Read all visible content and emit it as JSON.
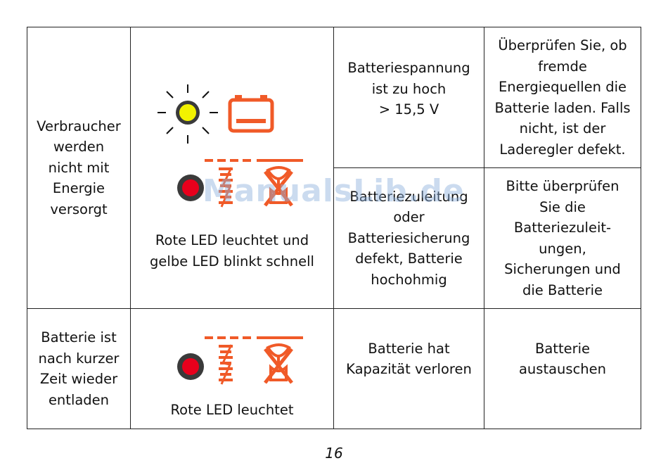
{
  "table": {
    "rows": [
      {
        "symptom": "Verbraucher\nwerden\nnicht mit\nEnergie\nversorgt",
        "led_caption": "Rote LED leuchtet und\ngelbe LED blinkt schnell",
        "items": [
          {
            "cause": "Batteriespannung\nist zu hoch\n> 15,5 V",
            "remedy": "Überprüfen Sie, ob\nfremde\nEnergiequellen die\nBatterie laden. Falls\nnicht, ist der\nLaderegler defekt."
          },
          {
            "cause": "Batteriezuleitung\noder\nBatteriesicherung\ndefekt, Batterie\nhochohmig",
            "remedy": "Bitte überprüfen\nSie die\nBatteriezuleit-\nungen,\nSicherungen und\ndie Batterie"
          }
        ]
      },
      {
        "symptom": "Batterie ist\nnach kurzer\nZeit wieder\nentladen",
        "led_caption": "Rote LED leuchtet",
        "items": [
          {
            "cause": "Batterie hat\nKapazität verloren",
            "remedy": "Batterie\naustauschen"
          }
        ]
      }
    ]
  },
  "watermark": "ManualsLib.de",
  "page_number": "16",
  "colors": {
    "led_red": "#e8001c",
    "led_yellow": "#f2f200",
    "symbol_orange": "#f05a28",
    "border": "#222222"
  },
  "icons": [
    "yellow-led-blink-icon",
    "battery-icon",
    "red-led-icon",
    "load-off-icon",
    "load-disconnect-icon"
  ]
}
